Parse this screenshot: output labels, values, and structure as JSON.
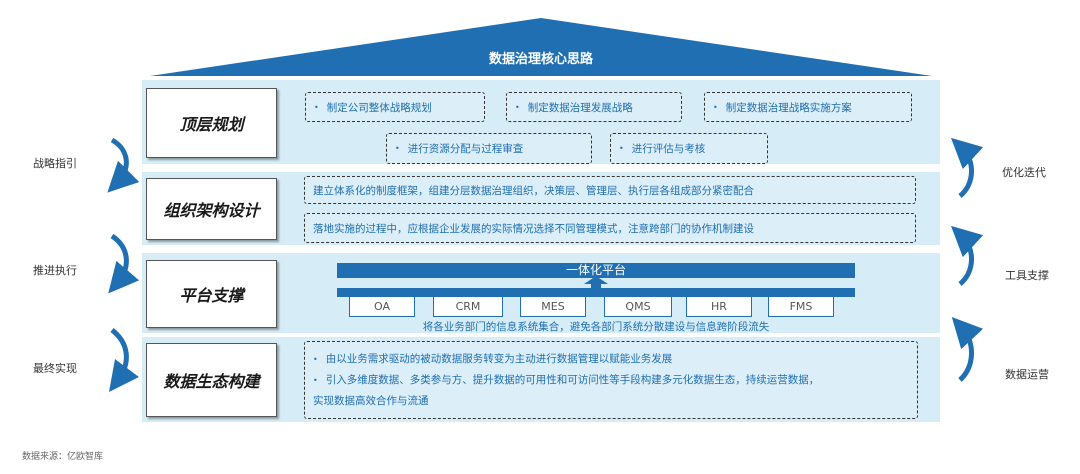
{
  "title": "数据治理核心思路",
  "layers": [
    {
      "heading": "顶层规划",
      "items": [
        "制定公司整体战略规划",
        "制定数据治理发展战略",
        "制定数据治理战略实施方案",
        "进行资源分配与过程审查",
        "进行评估与考核"
      ]
    },
    {
      "heading": "组织架构设计",
      "items": [
        "建立体系化的制度框架，组建分层数据治理组织，决策层、管理层、执行层各组成部分紧密配合",
        "落地实施的过程中，应根据企业发展的实际情况选择不同管理模式，注意跨部门的协作机制建设"
      ]
    },
    {
      "heading": "平台支撑",
      "platform": "一体化平台",
      "systems": [
        "OA",
        "CRM",
        "MES",
        "QMS",
        "HR",
        "FMS"
      ],
      "caption": "将各业务部门的信息系统集合，避免各部门系统分散建设与信息跨阶段流失"
    },
    {
      "heading": "数据生态构建",
      "items": [
        "由以业务需求驱动的被动数据服务转变为主动进行数据管理以赋能业务发展",
        "引入多维度数据、多类参与方、提升数据的可用性和可访问性等手段构建多元化数据生态，持续运营数据，",
        "实现数据高效合作与流通"
      ]
    }
  ],
  "left_labels": [
    "战略指引",
    "推进执行",
    "最终实现"
  ],
  "right_labels": [
    "优化迭代",
    "工具支撑",
    "数据运营"
  ],
  "source": "数据来源：亿欧智库",
  "colors": {
    "accent": "#1f6fb2",
    "band": "#d6ecf7",
    "arrow": "#1f6fb2"
  }
}
